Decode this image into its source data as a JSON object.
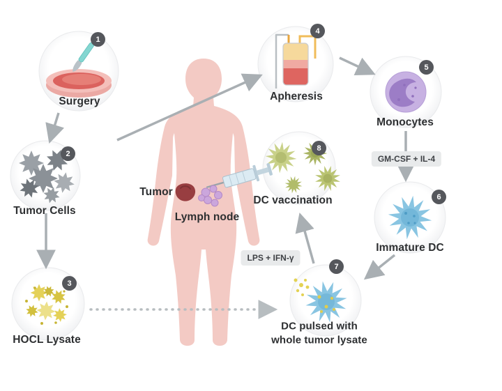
{
  "steps": [
    {
      "num": "1",
      "label": "Surgery"
    },
    {
      "num": "2",
      "label": "Tumor Cells"
    },
    {
      "num": "3",
      "label": "HOCL Lysate"
    },
    {
      "num": "4",
      "label": "Apheresis"
    },
    {
      "num": "5",
      "label": "Monocytes"
    },
    {
      "num": "6",
      "label": "Immature DC"
    },
    {
      "num": "7",
      "label_line1": "DC pulsed with",
      "label_line2": "whole tumor lysate"
    },
    {
      "num": "8",
      "label": "DC vaccination"
    }
  ],
  "body": {
    "tumor_label": "Tumor",
    "lymph_node_label": "Lymph node"
  },
  "reagents": {
    "gm_csf": "GM-CSF + IL-4",
    "lps": "LPS + IFN-γ"
  },
  "flow": [
    "Surgery -> Tumor Cells",
    "Tumor Cells -> HOCL Lysate",
    "HOCL Lysate -> DC pulsed with whole tumor lysate (dotted)",
    "Patient -> Apheresis",
    "Apheresis -> Monocytes",
    "Monocytes -> Immature DC (GM-CSF + IL-4)",
    "Immature DC -> DC pulsed with whole tumor lysate",
    "DC pulsed with whole tumor lysate -> DC vaccination (LPS + IFN-γ)",
    "DC vaccination -> Lymph node (syringe)"
  ],
  "colors": {
    "silhouette": "#f3cac4",
    "badge": "#55575c",
    "arrow": "#a9afb3",
    "pill_bg": "#e8eaeb",
    "monocyte": "#c7b1e2",
    "dendritic_cell": "#89c5e2",
    "vaccine_cell": "#b9c470",
    "lysate": "#e0cd4e",
    "tumor": "#983e41",
    "lymph_node": "#cba6dc",
    "tumor_cell": "#8b9197",
    "dish": "#db625e",
    "scalpel": "#84d6d1"
  }
}
